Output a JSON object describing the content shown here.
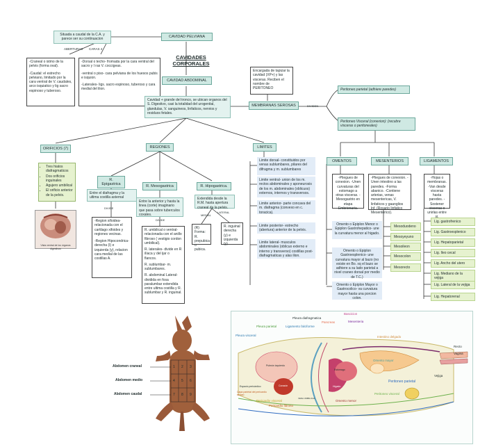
{
  "title": "CAVIDADES CORPORALES",
  "pelvic": {
    "header": "CAVIDAD PELVIANA",
    "location": "Situada a caudal de la C.A. y parece ser su continuacion",
    "openings_label": "ABERTURAS",
    "faces_label": "CARAS 4",
    "openings": [
      "-Craneal o istmo de la pelvis (forma oval).",
      "-Caudal: el estrecho pelviano, limitado por la cara ventral de V. caudales, arco isquiatico y lig sacro espinoso y tuberoso."
    ],
    "faces": [
      "-Dorsal o techo- fromada por la cara ventral del sacro y I ras V. coccigeas.",
      "-ventral o piso- cara pelviana de los huesos pubis e isquion.",
      "-Laterales- ligs. sacro espinoso, tuberoso y cara medial del ilion."
    ]
  },
  "abdominal": {
    "header": "CAVIDAD ABDOMINAL",
    "desc": "Cavidad + grande del tronco, se ubican organos del S. Digestivo, casi la totalidad del urogenital, glandulas, V. sanguineos, linfaticos, nervios y residuos fetales."
  },
  "serosa": {
    "header": "MEMBRANAS SEROSAS",
    "desc": "Encargada de tapizar la cavidad (XP+) y las visceras. Reciben el nombre de PERITONEO",
    "divides": "DIVIDEN",
    "parietal": "Peritoneo parietal (adhiere paredes)",
    "visceral": "Peritoneo Visceral (conexion): (recubre visceras o peritoneales)"
  },
  "orificios": {
    "header": "ORIFICIOS (7)",
    "items": [
      "Tres hiatos diafragmaticos",
      "Dos orificios inguinales",
      "Agujero umbilical",
      "El orificio anterior de la pelvis."
    ],
    "figure_caption": "Vista ventral de los órganos digestivos"
  },
  "regiones": {
    "header": "REGIONES",
    "epigastrica": {
      "header": "R. Epigastrica",
      "desc": "Entre el diafragma y la ultima costilla asternal",
      "divides": "DIVIDE",
      "items": [
        "-Region xifoidea- relacionada con el cartilago xifoides y regiones vecinas.",
        "-Region Hipocondrica- derecha (I) e izquierda (y), relacion cara medial de las costillas A."
      ]
    },
    "mesogastrica": {
      "header": "R. Mesogastrica",
      "desc": "Entre la anterior y hasta la linea (corte) imaginario que pasa sobre tuberculos coxales.",
      "divides": "DIVIDE",
      "items": [
        "R. umbilical o ventral- relacionada con el anillo fibroso ( vestigio cordon umbilical).",
        "R. laterales- divide en R ilíaca y del ijar o flancos.",
        "R. sublumbar- m. sublumbares.",
        "R. abdominal Lateral- dividida en fosa paralumbar extendida entre ultima costilla y R. sublumbar y R. inguinal."
      ]
    },
    "hipogastrica": {
      "header": "R. Hipogastrica.",
      "desc": "Extendida desde la R.M. hasta apertura craneal de la pelvis.",
      "medial": "MEDIAL",
      "lateral": "LATERAL",
      "left_box": "(R) Forma: R. prepubica o pubica.",
      "right_box": "R. inguinal derecha (y) e izquierda (y)"
    }
  },
  "limites": {
    "header": "LIMITES",
    "items": [
      "Limite dorsal- constituidos por venas sublumbares, pilares del difragma y m. sublumbares",
      "Limite ventral- union de los m. rectos abdominales y aponeurosis de los m. abdominales (oblicuos) externos, internos y transversos.",
      "Limite anterior- parte concava del m. diafragma (convexo en c. toracica).",
      "Limite posterior- estrecho (abertura) anterior de la pelvis.",
      "Limite lateral- musculos abdominales (oblicuo externo e interno y transverso) costillas post-diafragmaticas y alas ilion."
    ]
  },
  "visceral": {
    "omentos": {
      "header": "OMENTOS",
      "desc": "-Pliegues de conexion. -Unen curvaturas del estomago a otras visceras. -Mesogastrio en etapa Embrionaria.",
      "items": [
        "Omento o Epiplon Menor o Epiplon Gastrohepatico- une la curvatura menor al higado.",
        "Omento o Epiplon Gastroesplenico- une curvatura mayor al bazo (no existe en Bo. xq el bazo se adhiere a su lado parietal a nivel craneo dorsal por medio de T.C.)",
        "Omento o Epiplon Mayor o Gastrocolico- va curvatura mayor hasta una porcion colon."
      ]
    },
    "mesenterios": {
      "header": "MESENTERIOS",
      "desc": "-Pliegues de conexion. -Unen intestino a las paredes. -Forma abanico. -Contiene arterias, venas mesentericas, V. linfaticos y gaanglios lnf. (Rosario linfatico Mesenterico).",
      "items": [
        "Mesoduodeno",
        "Mesoyeyuno",
        "Mesoileon",
        "Mesocolon",
        "Mesorecto"
      ]
    },
    "ligamentos": {
      "header": "LIGAMENTOS",
      "desc": "-Hojas o membranas. -Van desde visceras hasta paredes. -Sostener visceras o unirlas entre si.",
      "items": [
        "Lig. gastrofrenico",
        "Lig. Gastroesplenico",
        "Lig. Hepatoparietal",
        "Lig. Ileo cecal",
        "Lig. Ancho del utero",
        "Lig. Mediano de la vejiga",
        "Lig. Lateral de la vejiga",
        "Lig. Hepatorenal"
      ]
    }
  },
  "dog_figure": {
    "labels": [
      "Abdomen craneal",
      "Abdomen medio",
      "Abdomen caudal"
    ],
    "numbers": [
      "1",
      "2",
      "3",
      "4",
      "5",
      "6",
      "7",
      "8",
      "9"
    ]
  },
  "anatomy": {
    "labels": {
      "pleura_diafragmatica": "Pleura diafragmatica",
      "bascicion": "Bascicion",
      "mesenteria": "Mesenteria",
      "pancreas": "Pancreas",
      "pleura_parietal": "Pleura parietal",
      "lig_falciforme": "Ligamento falciforme",
      "intestino_delgado": "Intestino delgado",
      "recto": "Recto",
      "vagina": "Vagina",
      "pleura_visceral": "Pleura visceral",
      "omento_mayor": "Omento mayor",
      "pulmon": "Pulmón izquierdo",
      "estomago": "Estómago",
      "vejiga": "Vejiga",
      "corazon": "Corazón",
      "higado": "Hígado",
      "esp_pericardico": "Espacio pericárdico",
      "capa_parietal": "Capa parietal del pericardio seroso",
      "pericardio_visceral": "Pericardio visceral",
      "pericardio_fibroso": "Pericardio fibroso",
      "vena": "VENA UMBILICAL",
      "omento_menor": "Omento menor",
      "peritoneo_parietal": "Peritoneo parietal",
      "peritoneo_visceral": "Peritoneo visceral"
    }
  }
}
